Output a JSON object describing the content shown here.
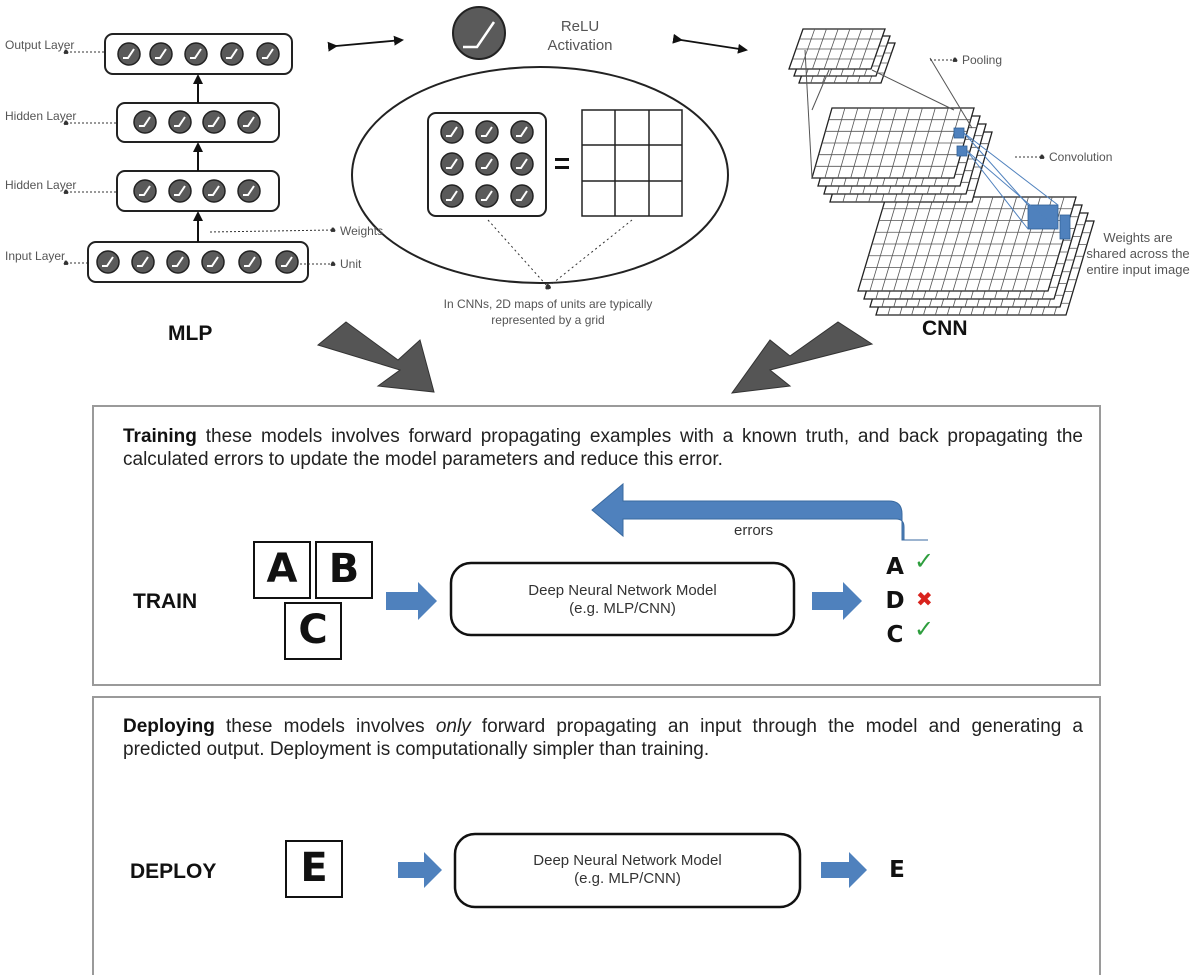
{
  "mlp": {
    "title": "MLP",
    "layers": {
      "output": "Output Layer",
      "hidden1": "Hidden Layer",
      "hidden2": "Hidden Layer",
      "input": "Input Layer"
    },
    "weights_label": "Weights",
    "unit_label": "Unit"
  },
  "relu": {
    "label": "ReLU Activation"
  },
  "grid_note": "In CNNs, 2D maps of units are typically represented by a grid",
  "cnn": {
    "title": "CNN",
    "pooling_label": "Pooling",
    "convolution_label": "Convolution",
    "weights_note": "Weights are shared across the entire input image"
  },
  "train": {
    "heading_bold": "Training",
    "heading_rest": " these models involves forward propagating examples with a known truth, and back propagating the calculated errors to update the model parameters and reduce this error.",
    "label": "TRAIN",
    "inputs": [
      "A",
      "B",
      "C"
    ],
    "model_line1": "Deep Neural Network Model",
    "model_line2": "(e.g. MLP/CNN)",
    "errors_label": "errors",
    "outputs": [
      {
        "letter": "A",
        "mark": "✓",
        "correct": true
      },
      {
        "letter": "D",
        "mark": "✖",
        "correct": false
      },
      {
        "letter": "C",
        "mark": "✓",
        "correct": true
      }
    ]
  },
  "deploy": {
    "heading_bold": "Deploying",
    "heading_mid1": " these models involves ",
    "heading_italic": "only",
    "heading_mid2": " forward propagating an input through the model and generating a predicted output.  Deployment is computationally simpler than training.",
    "label": "DEPLOY",
    "input": "E",
    "model_line1": "Deep Neural Network Model",
    "model_line2": "(e.g. MLP/CNN)",
    "output": "E"
  },
  "colors": {
    "arrow_blue": "#4f81bd",
    "unit_gray": "#555555",
    "big_arrow_gray": "#555555",
    "correct_green": "#2e9e3e",
    "wrong_red": "#d9231d"
  }
}
